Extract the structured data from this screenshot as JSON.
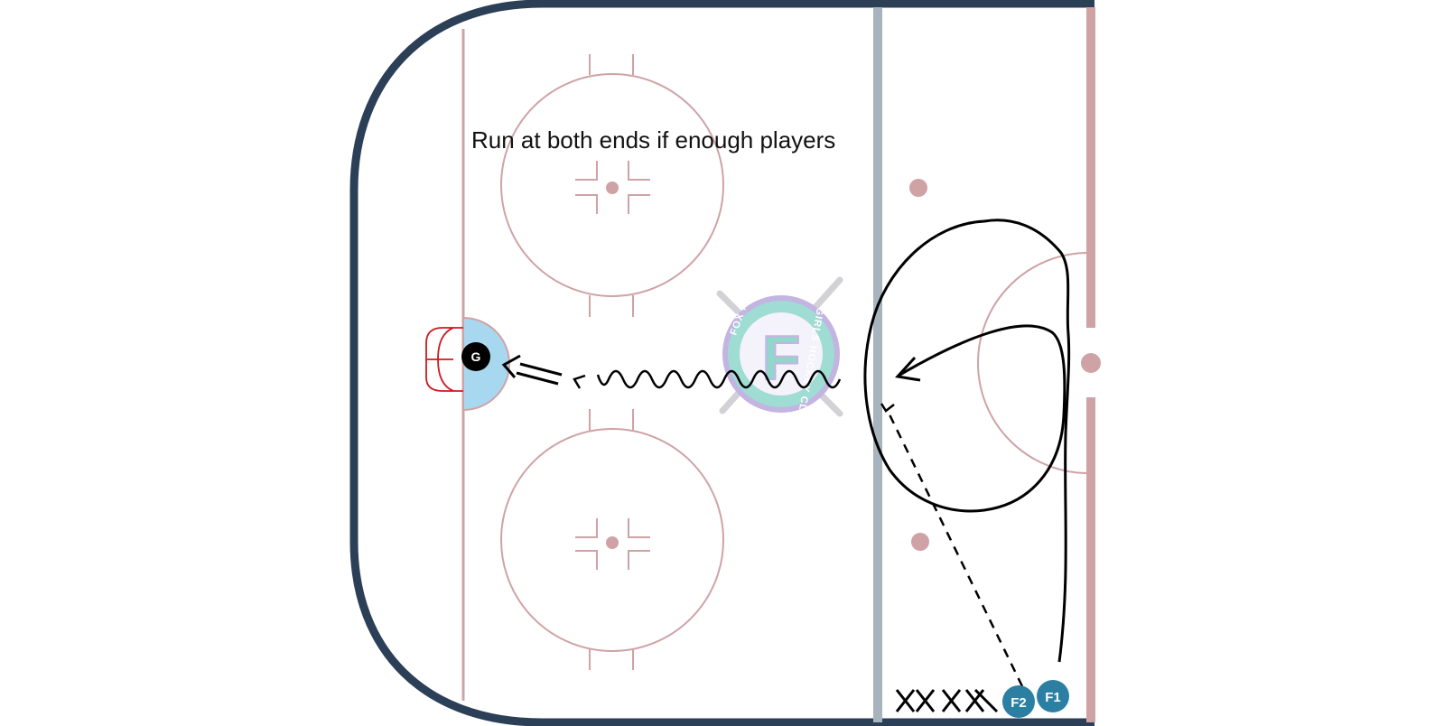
{
  "diagram": {
    "note": "Run at both ends if enough players",
    "goalie_label": "G",
    "players": [
      {
        "label": "F1",
        "color": "#2a7fa3"
      },
      {
        "label": "F2",
        "color": "#2a7fa3"
      }
    ],
    "queue_marker_count": 4,
    "logo": {
      "text_top": "FOX RIVER",
      "text_bottom": "GIRLS HOCKEY CLUB",
      "monogram": "F"
    },
    "colors": {
      "boards": "#2b3f57",
      "rink_lines": "#cfa3a6",
      "blue_line": "#a8b4bd",
      "crease": "#a8d8f0",
      "goal_net": "#d0191e",
      "path": "#000000"
    }
  }
}
